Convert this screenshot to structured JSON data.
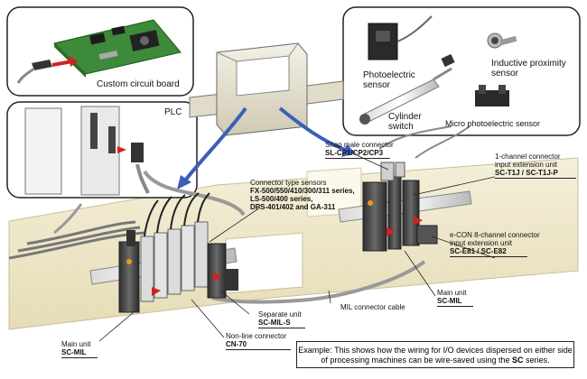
{
  "panels": {
    "custom_board": "Custom circuit board",
    "plc": "PLC"
  },
  "sensors": {
    "photoelectric": [
      "Photoelectric",
      "sensor"
    ],
    "inductive": [
      "Inductive proximity",
      "sensor"
    ],
    "cylinder": [
      "Cylinder",
      "switch"
    ],
    "micro_photo": "Micro photoelectric sensor"
  },
  "labels": {
    "snap_male": [
      "Snap male connector",
      "SL-CP1/CP2/CP3"
    ],
    "one_channel": [
      "1-channel connector",
      "input extension unit",
      "SC-T1J / SC-T1J-P"
    ],
    "connector_sensors": [
      "Connector type sensors",
      "FX-500/550/410/300/311 series,",
      "LS-500/400 series,",
      "DPS-401/402 and GA-311"
    ],
    "econ": [
      "e-CON 8-channel connector",
      "input extension unit",
      "SC-E81 / SC-E82"
    ],
    "main_unit_right": [
      "Main unit",
      "SC-MIL"
    ],
    "mil_cable": "MIL connector cable",
    "separate_unit": [
      "Separate unit",
      "SC-MIL-S"
    ],
    "main_unit_left": [
      "Main unit",
      "SC-MIL"
    ],
    "nonline": [
      "Non-line connector",
      "CN-70"
    ]
  },
  "callout": {
    "line1": "Example: This shows how the wiring for I/O devices dispersed on either side",
    "line2_pre": "of processing machines can be wire-saved using the ",
    "line2_bold": "SC",
    "line2_post": " series."
  },
  "colors": {
    "arrow_blue": "#3a5fb8",
    "board_green": "#3d8a3a",
    "wall_beige": "#efe9cf",
    "unit_gray": "#4a4a4a"
  }
}
